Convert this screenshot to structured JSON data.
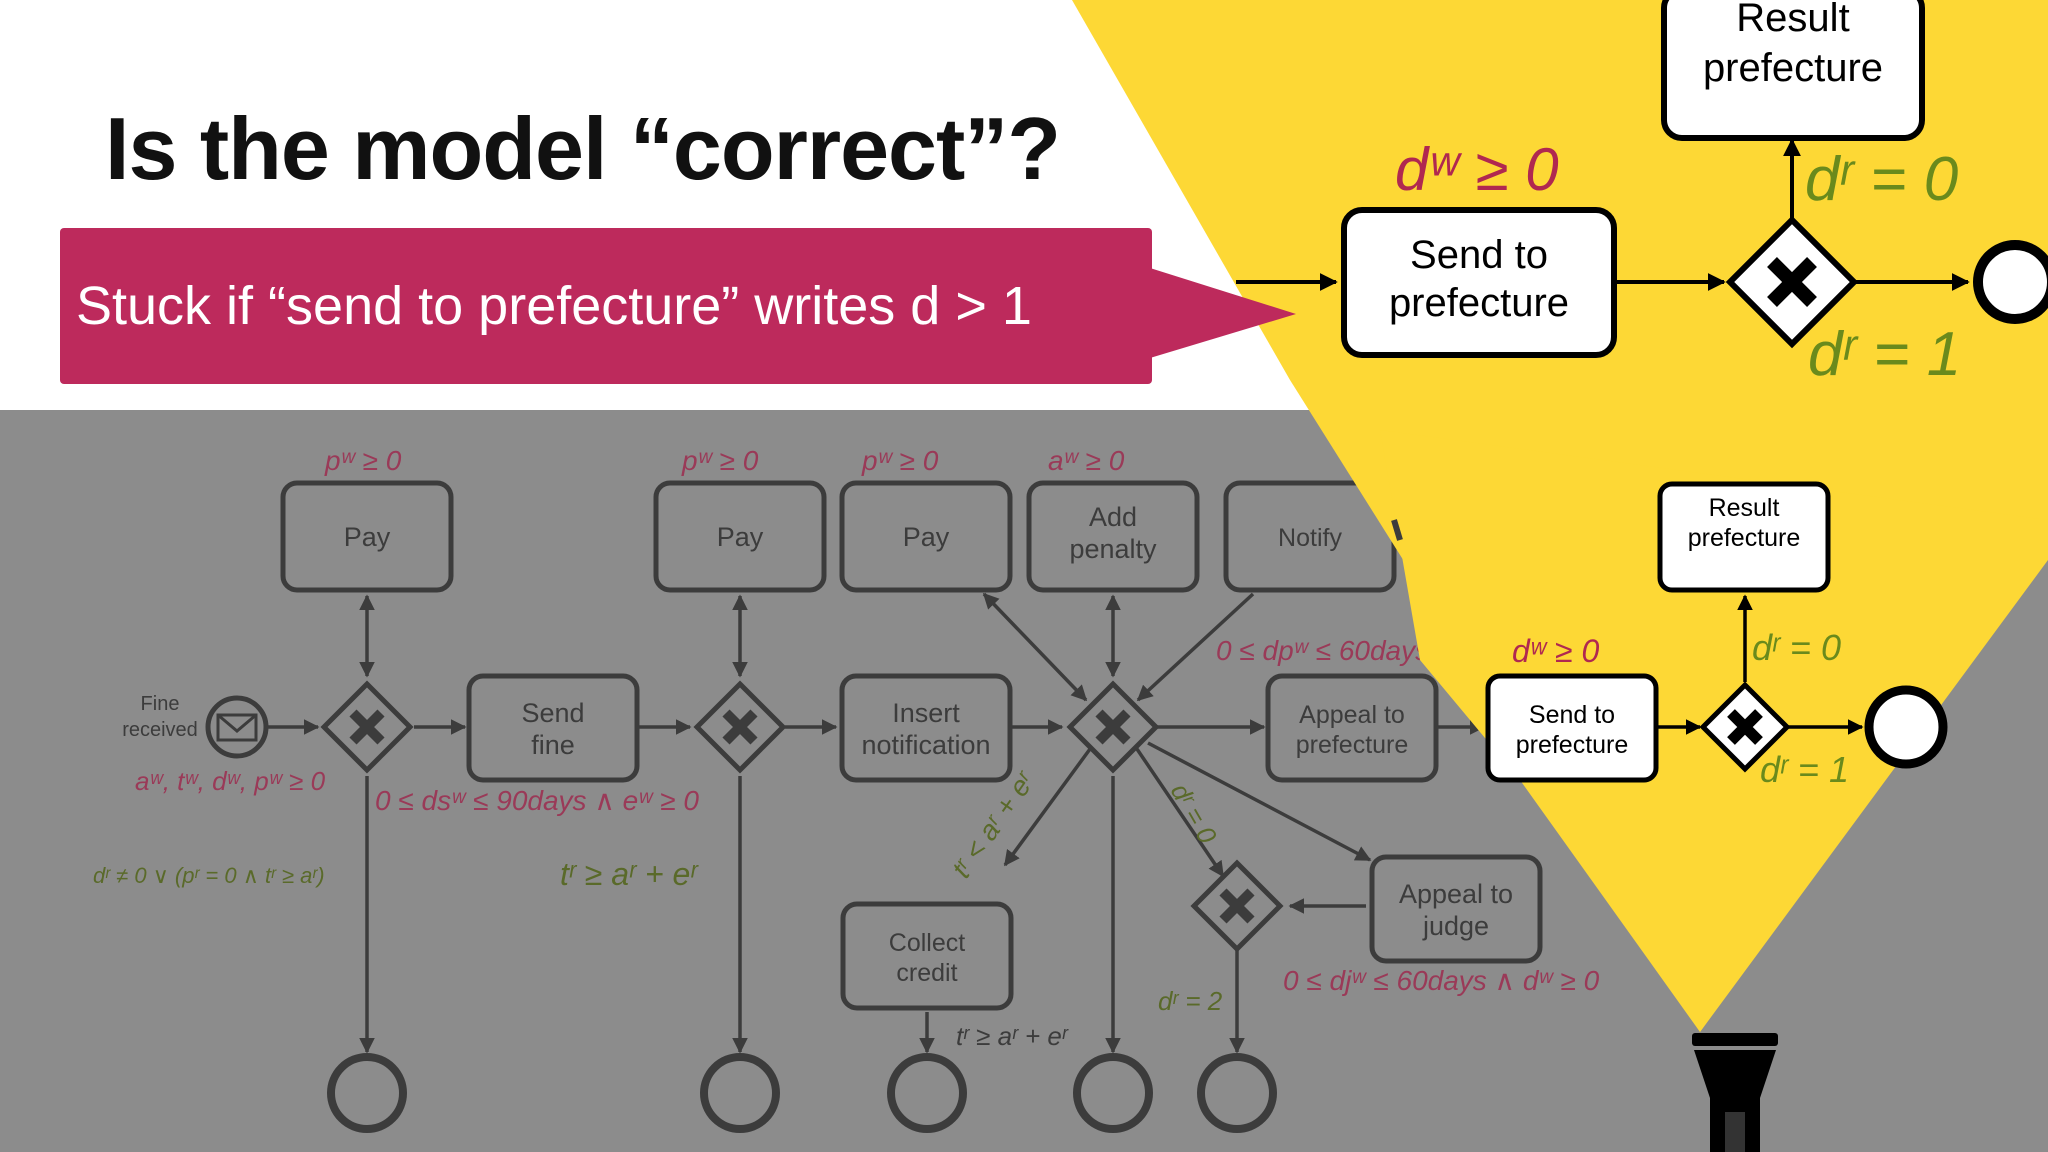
{
  "title": "Is the model “correct”?",
  "callout": "Stuck if “send to prefecture” writes d > 1",
  "colors": {
    "background": "#ffffff",
    "dimmed_overlay": "#8c8c8c",
    "spotlight": "#fdd835",
    "callout": "#bd2a5c",
    "guard_red": "#b02850",
    "guard_green": "#6a8a1c",
    "diagram_dim": "#3c3c3c",
    "diagram_bright": "#000000"
  },
  "icons": [
    "message-event-icon",
    "exclusive-gateway-icon",
    "end-event-icon",
    "flashlight-icon"
  ],
  "diagram": {
    "tasks": {
      "pay1": "Pay",
      "send_fine": "Send fine",
      "pay2": "Pay",
      "pay3": "Pay",
      "add_penalty": "Add penalty",
      "notify": "Notify",
      "insert_notification": "Insert notification",
      "appeal_prefecture": "Appeal to prefecture",
      "send_prefecture_small": "Send to prefecture",
      "result_prefecture_small": "Result prefecture",
      "appeal_judge": "Appeal to judge",
      "collect_credit": "Collect credit",
      "send_prefecture_big": "Send to prefecture",
      "result_prefecture_big": "Result prefecture"
    },
    "start_event": "Fine received",
    "guards": {
      "pay1_w": "pʷ ≥ 0",
      "start_w": "aʷ, tʷ, dʷ, pʷ ≥ 0",
      "start_cond": "dʳ ≠ 0 ∨ (pʳ = 0 ∧ tʳ ≥ aʳ)",
      "send_fine_w": "0 ≤ dsʷ ≤ 90days ∧ eʷ ≥ 0",
      "pay2_w": "pʷ ≥ 0",
      "g2_cond": "tʳ ≥ aʳ + eʳ",
      "pay3_w": "pʷ ≥ 0",
      "add_penalty_w": "aʷ ≥ 0",
      "notify_w": "0 ≤ dpʷ ≤ 60days",
      "collect_cond": "tʳ < aʳ + eʳ",
      "d0_cond": "dʳ = 0",
      "judge_w": "0 ≤ djʷ ≤ 60days ∧ dʷ ≥ 0",
      "d2_cond": "dʳ = 2",
      "end3_cond": "tʳ ≥ aʳ + eʳ",
      "send_small_w": "dʷ ≥ 0",
      "small_d0": "dʳ = 0",
      "small_d1": "dʳ = 1",
      "send_big_w": "dʷ ≥ 0",
      "big_d0": "dʳ = 0",
      "big_d1": "dʳ = 1"
    }
  }
}
